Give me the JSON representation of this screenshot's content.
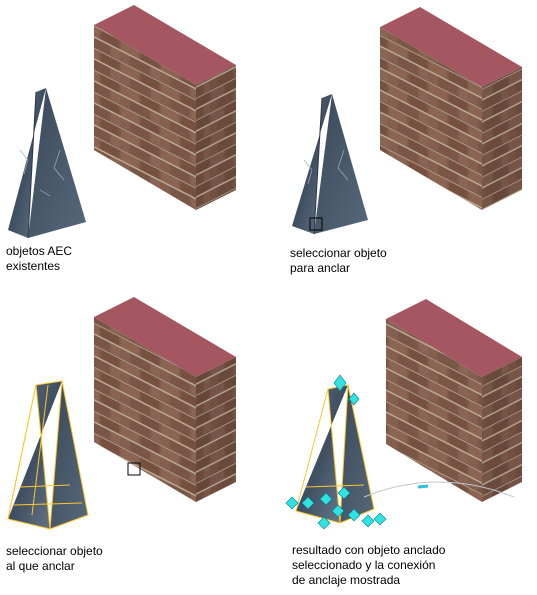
{
  "panels": [
    {
      "id": "p1",
      "caption": "objetos AEC\nexistentes"
    },
    {
      "id": "p2",
      "caption": "seleccionar objeto\npara anclar"
    },
    {
      "id": "p3",
      "caption": "seleccionar objeto\nal que anclar"
    },
    {
      "id": "p4",
      "caption": "resultado con objeto anclado\nseleccionado y la conexión\nde anclaje mostrada"
    }
  ],
  "colors": {
    "wall_top": "#a45661",
    "wall_front": "#7d5a4a",
    "wall_side": "#6e4f42",
    "mortar": "#c7b7a6",
    "obelisk": "#4a5a6b",
    "highlight": "#ffc72a",
    "grip": "#2fe3e3"
  }
}
